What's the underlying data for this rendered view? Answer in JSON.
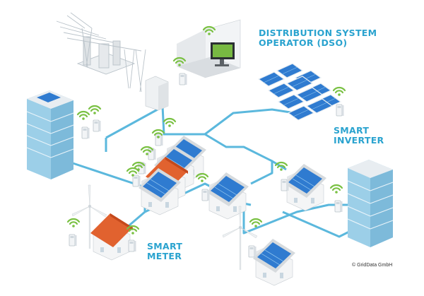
{
  "labels": {
    "dso_line1": "DISTRIBUTION SYSTEM",
    "dso_line2": "OPERATOR (DSO)",
    "inverter_line1": "SMART",
    "inverter_line2": "INVERTER",
    "meter_line1": "SMART",
    "meter_line2": "METER"
  },
  "copyright": "© GridData GmbH",
  "colors": {
    "grid_line": "#5bb8dd",
    "label": "#2aa3cf",
    "roof_red": "#e1622f",
    "solar_panel": "#2f7bd0",
    "signal_icon": "#7ac143",
    "building_glass": "#9ccfe8"
  },
  "icons": [
    "wifi-signal-icon",
    "solar-panel-icon",
    "wind-turbine-icon",
    "transformer-icon",
    "monitor-icon",
    "smart-meter-icon"
  ]
}
